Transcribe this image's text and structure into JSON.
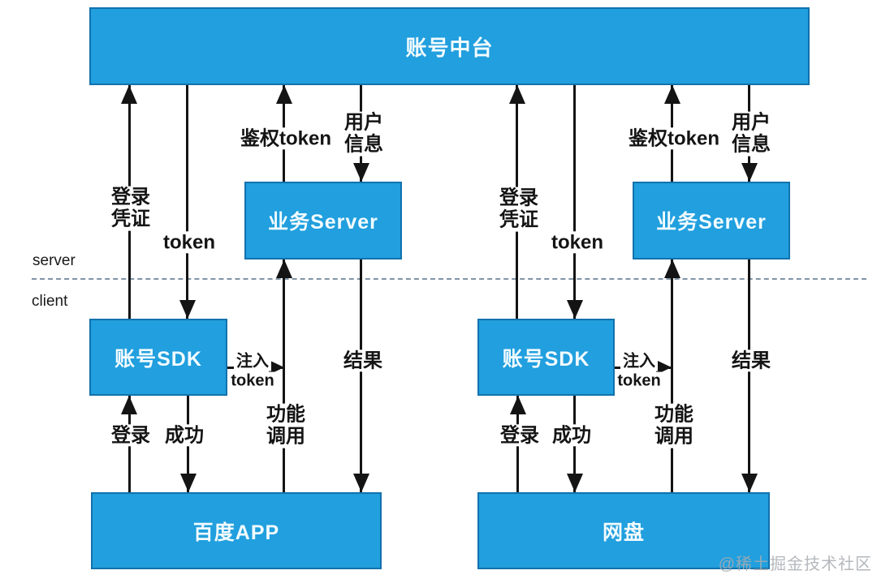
{
  "platform_box": {
    "label": "账号中台"
  },
  "zones": {
    "server_label": "server",
    "client_label": "client"
  },
  "left": {
    "business_server": "业务Server",
    "account_sdk": "账号SDK",
    "app": "百度APP",
    "login_credential_l1": "登录",
    "login_credential_l2": "凭证",
    "token": "token",
    "auth_token": "鉴权token",
    "user_info_l1": "用户",
    "user_info_l2": "信息",
    "inject_l1": "注入",
    "inject_l2": "token",
    "result": "结果",
    "login": "登录",
    "success": "成功",
    "func_call_l1": "功能",
    "func_call_l2": "调用"
  },
  "right": {
    "business_server": "业务Server",
    "account_sdk": "账号SDK",
    "app": "网盘",
    "login_credential_l1": "登录",
    "login_credential_l2": "凭证",
    "token": "token",
    "auth_token": "鉴权token",
    "user_info_l1": "用户",
    "user_info_l2": "信息",
    "inject_l1": "注入",
    "inject_l2": "token",
    "result": "结果",
    "login": "登录",
    "success": "成功",
    "func_call_l1": "功能",
    "func_call_l2": "调用"
  },
  "watermark": "@稀土掘金技术社区",
  "colors": {
    "box_fill": "#219fde",
    "box_border": "#1272ac",
    "box_text": "#f2fbff",
    "arrow": "#141414",
    "divider_dash": "#7f95a8",
    "watermark_text": "#a8acb1"
  }
}
